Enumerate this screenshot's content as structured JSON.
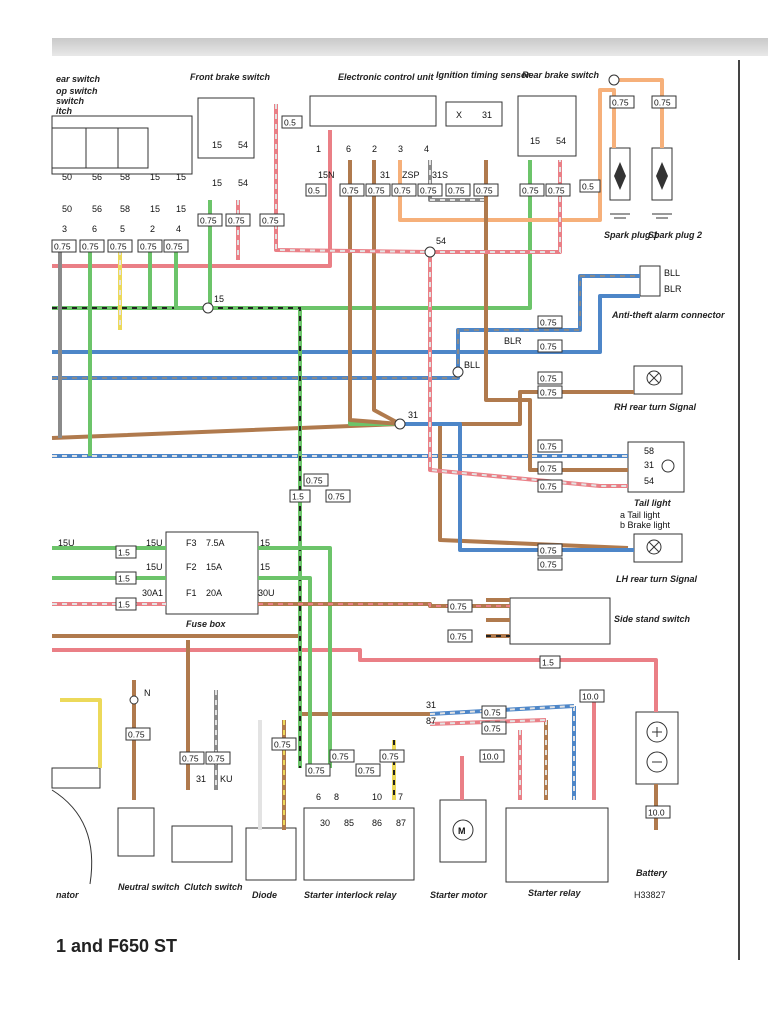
{
  "title": "1 and F650 ST",
  "diagram_code": "H33827",
  "colors": {
    "red": "#ea7f86",
    "green": "#6cc46a",
    "blue": "#4d86c8",
    "brown": "#b07a4d",
    "orange": "#f6b07a",
    "yellow": "#ecd95a",
    "grey": "#8a8a8a",
    "white": "#e3e3e3",
    "black": "#222222"
  },
  "components": {
    "stop_switch_partial": [
      "ear switch",
      "op switch",
      "switch",
      "itch"
    ],
    "front_brake_switch": "Front brake switch",
    "ecu": "Electronic control unit",
    "ignition_timing_sensor": "Ignition timing sensor",
    "rear_brake_switch": "Rear brake switch",
    "spark_plug_1": "Spark plug 1",
    "spark_plug_2": "Spark plug 2",
    "anti_theft": "Anti-theft alarm connector",
    "rh_rear_turn": "RH rear turn Signal",
    "tail_light": "Tail light",
    "tail_light_legend_a": "a  Tail light",
    "tail_light_legend_b": "b  Brake light",
    "lh_rear_turn": "LH rear turn Signal",
    "fuse_box": "Fuse box",
    "side_stand_switch": "Side stand switch",
    "neutral_switch": "Neutral switch",
    "clutch_switch": "Clutch switch",
    "diode": "Diode",
    "starter_interlock_relay": "Starter interlock relay",
    "starter_motor": "Starter motor",
    "starter_relay": "Starter relay",
    "battery": "Battery",
    "alternator_partial": "nator"
  },
  "fuses": [
    {
      "name": "F3",
      "rating": "7.5A"
    },
    {
      "name": "F2",
      "rating": "15A"
    },
    {
      "name": "F1",
      "rating": "20A"
    }
  ],
  "terminals": {
    "stop_switch": [
      "50",
      "56",
      "58",
      "15",
      "15"
    ],
    "stop_switch_lower": [
      "50",
      "56",
      "58",
      "15",
      "15"
    ],
    "stop_switch_pins": [
      "3",
      "6",
      "5",
      "2",
      "4"
    ],
    "ecu": [
      "15N",
      "31",
      "ZSP",
      "31S"
    ],
    "ecu_pins": [
      "1",
      "6",
      "2",
      "3",
      "4"
    ],
    "timing_sensor": [
      "X",
      "31"
    ],
    "rear_brake": [
      "15",
      "54"
    ],
    "front_brake": [
      "15",
      "54"
    ],
    "anti_theft": [
      "BLL",
      "BLR"
    ],
    "tail_light": [
      "58",
      "31",
      "54"
    ],
    "fuse_in": [
      "15U",
      "15U",
      "30A1"
    ],
    "fuse_out": [
      "15",
      "15",
      "30U"
    ],
    "interlock": [
      "30",
      "85",
      "86",
      "87"
    ],
    "interlock_pins": [
      "6",
      "8",
      "10",
      "7"
    ],
    "clutch": [
      "31",
      "KU"
    ],
    "junctions": [
      "15",
      "31",
      "54",
      "BLL",
      "BLR",
      "N"
    ],
    "misc": [
      "15N",
      "15U",
      "31",
      "87"
    ]
  },
  "wire_sizes": [
    "0.5",
    "0.75",
    "1.5",
    "10.0"
  ]
}
